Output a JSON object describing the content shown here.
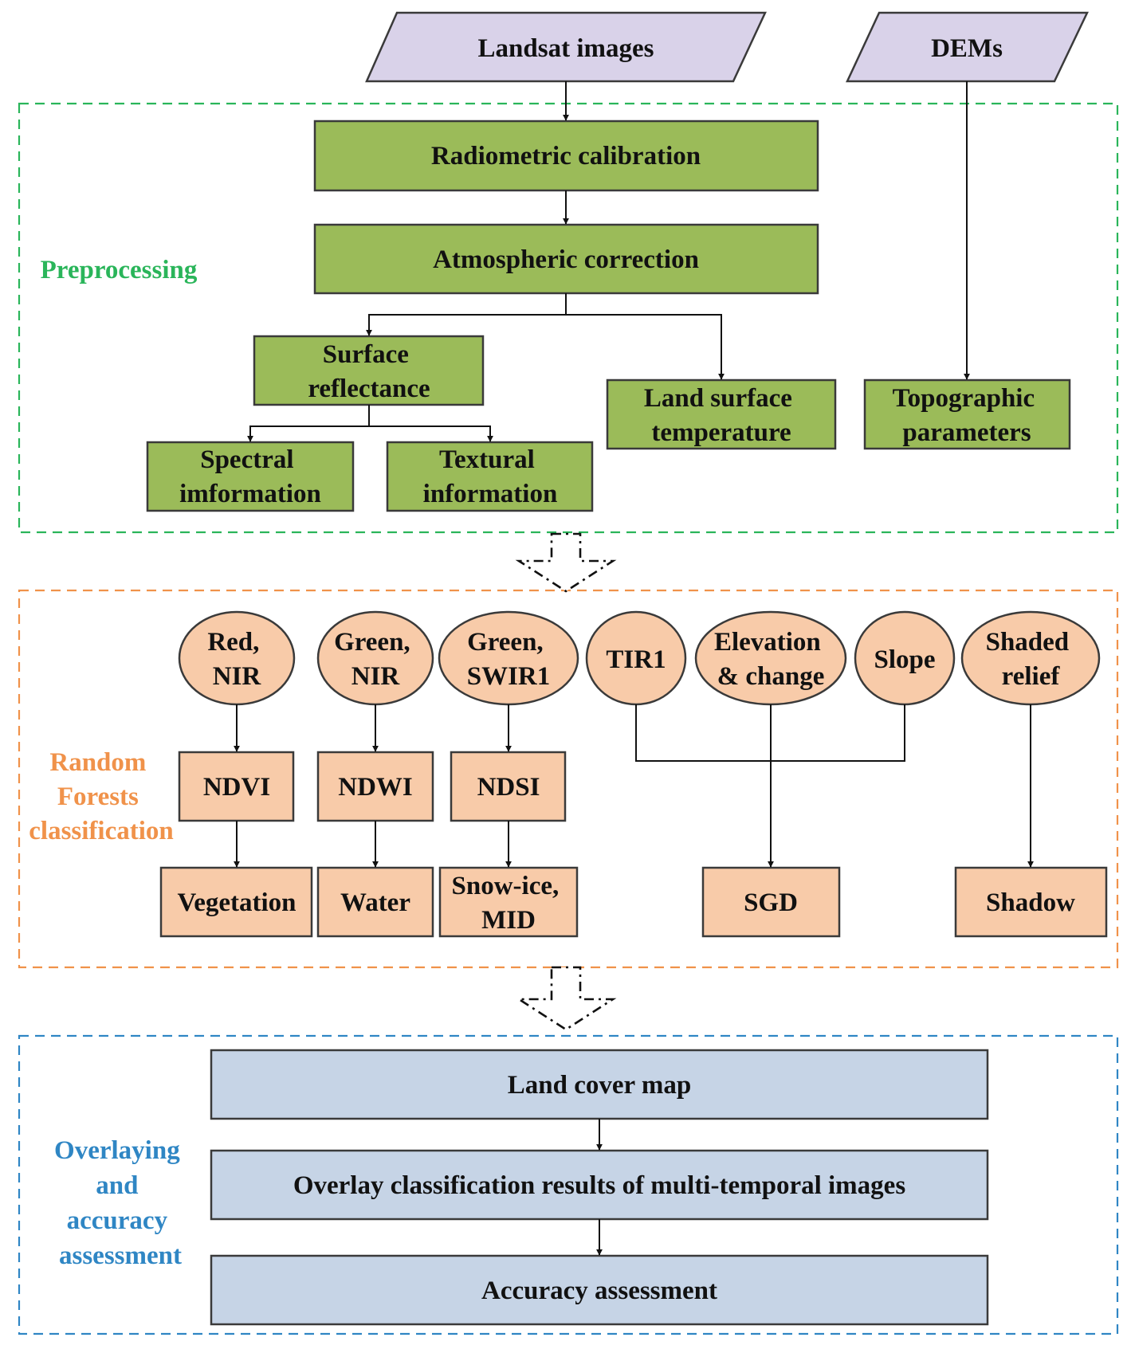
{
  "colors": {
    "input_fill": "#d9d2e9",
    "preprocess_fill": "#9bbb59",
    "preprocess_accent": "#2ab55a",
    "classification_fill": "#f8cba9",
    "classification_accent": "#f0924a",
    "assessment_fill": "#c6d4e6",
    "assessment_accent": "#2f86c4"
  },
  "inputs": {
    "landsat": "Landsat images",
    "dems": "DEMs"
  },
  "preprocessing": {
    "section_label": "Preprocessing",
    "radiometric": "Radiometric calibration",
    "atmospheric": "Atmospheric correction",
    "surface_reflectance": [
      "Surface",
      "reflectance"
    ],
    "land_surface_temperature": [
      "Land surface",
      "temperature"
    ],
    "topographic_parameters": [
      "Topographic",
      "parameters"
    ],
    "spectral_information": [
      "Spectral",
      "imformation"
    ],
    "textural_information": [
      "Textural",
      "information"
    ]
  },
  "classification": {
    "section_label": [
      "Random",
      "Forests",
      "classification"
    ],
    "inputs": [
      [
        "Red,",
        "NIR"
      ],
      [
        "Green,",
        "NIR"
      ],
      [
        "Green,",
        "SWIR1"
      ],
      [
        "TIR1"
      ],
      [
        "Elevation",
        "& change"
      ],
      [
        "Slope"
      ],
      [
        "Shaded",
        "relief"
      ]
    ],
    "indices": [
      "NDVI",
      "NDWI",
      "NDSI"
    ],
    "classes": {
      "vegetation": "Vegetation",
      "water": "Water",
      "snow_ice": [
        "Snow-ice,",
        "MID"
      ],
      "sgd": "SGD",
      "shadow": "Shadow"
    }
  },
  "assessment": {
    "section_label": [
      "Overlaying",
      "and",
      "accuracy",
      "assessment"
    ],
    "land_cover_map": "Land cover map",
    "overlay": "Overlay classification results of multi-temporal images",
    "accuracy": "Accuracy assessment"
  }
}
